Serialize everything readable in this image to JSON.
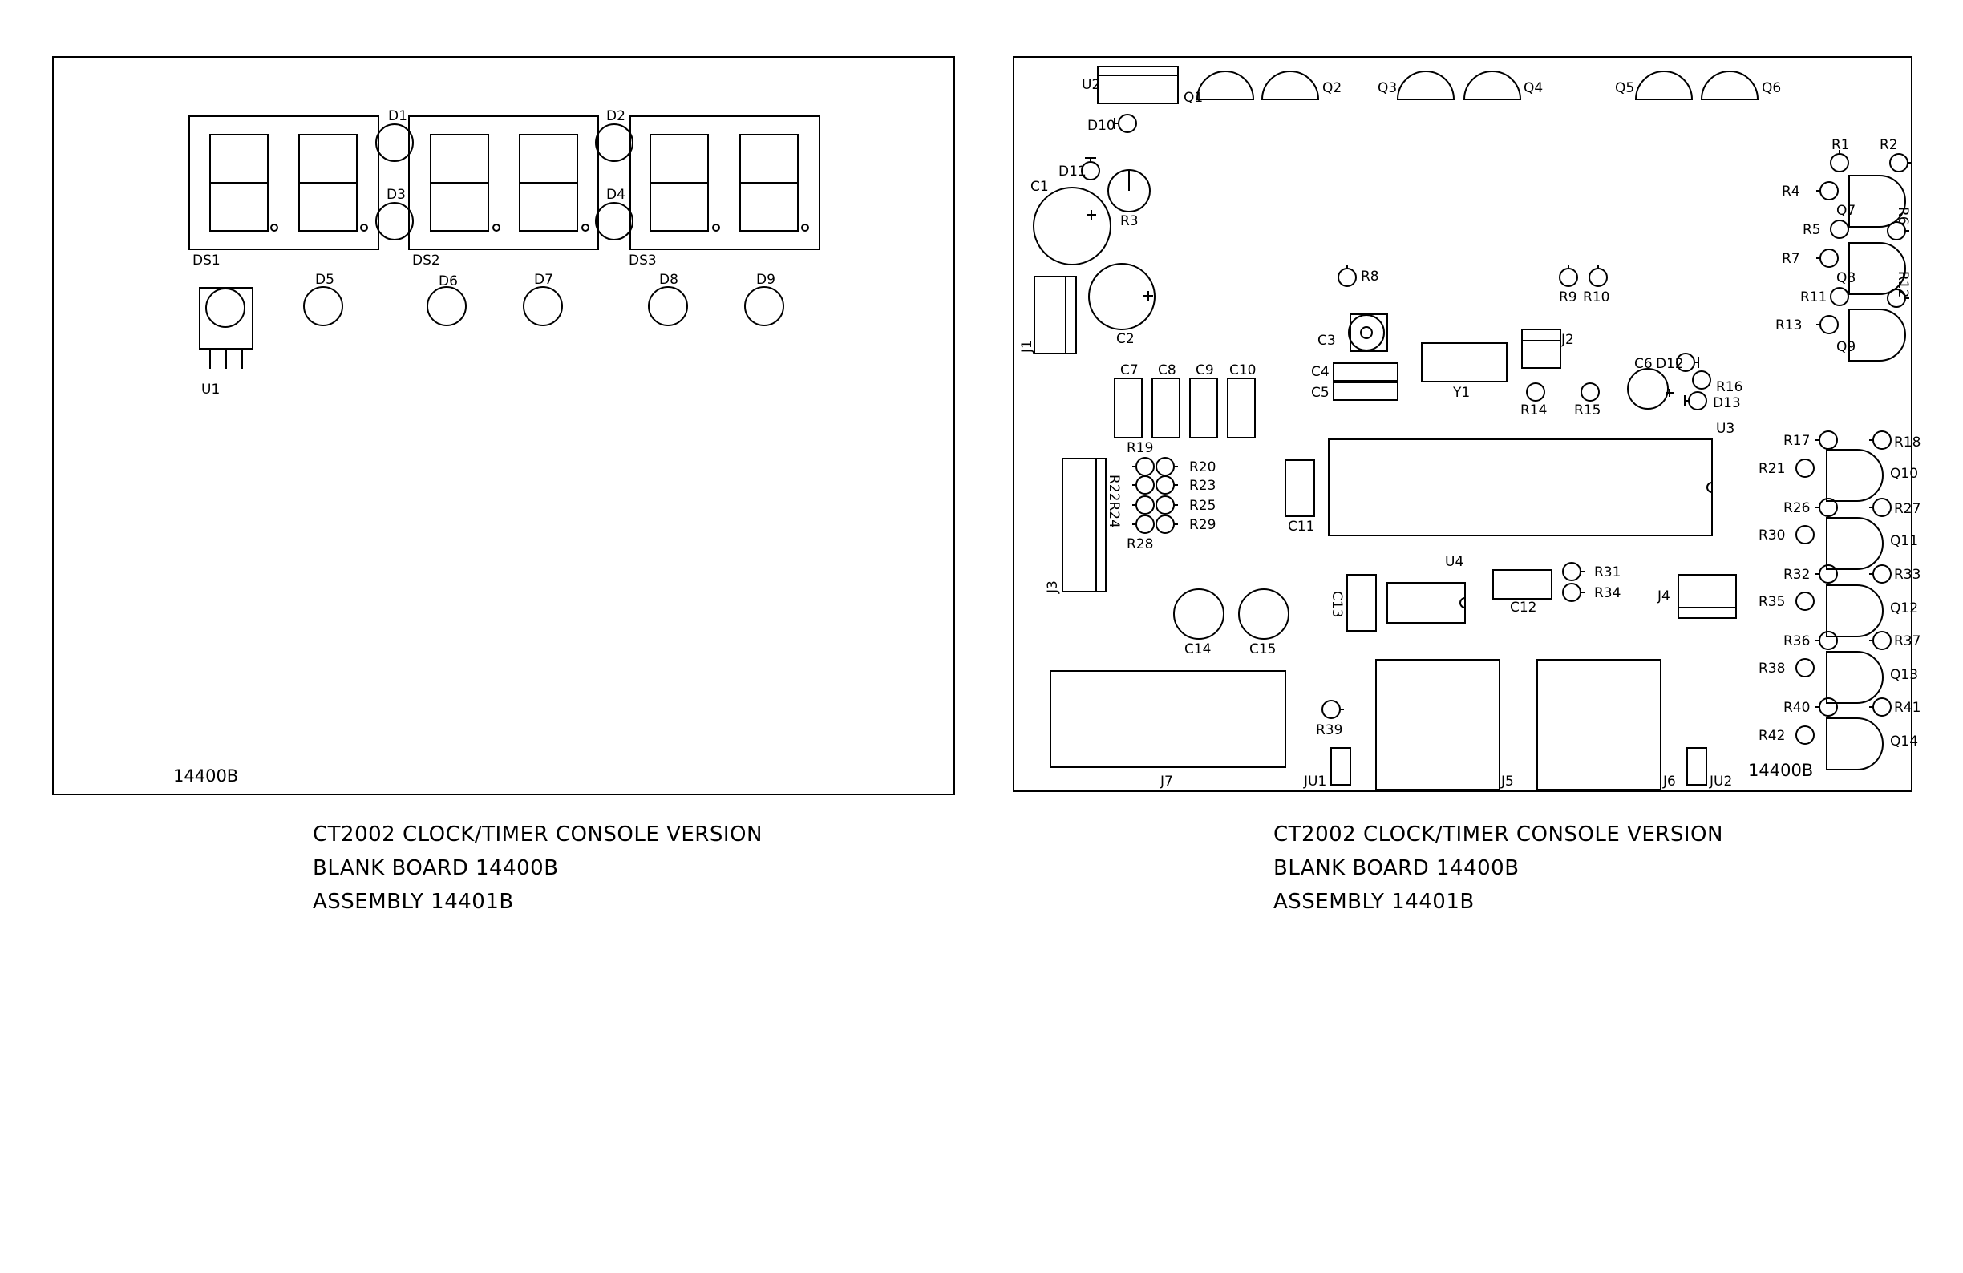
{
  "left_board": {
    "board_number": "14400B",
    "labels": {
      "DS1": "DS1",
      "DS2": "DS2",
      "DS3": "DS3",
      "D1": "D1",
      "D2": "D2",
      "D3": "D3",
      "D4": "D4",
      "D5": "D5",
      "D6": "D6",
      "D7": "D7",
      "D8": "D8",
      "D9": "D9",
      "U1": "U1"
    }
  },
  "right_board": {
    "board_number": "14400B",
    "labels": {
      "U2": "U2",
      "Q1": "Q1",
      "Q2": "Q2",
      "Q3": "Q3",
      "Q4": "Q4",
      "Q5": "Q5",
      "Q6": "Q6",
      "D10": "D10",
      "D11": "D11",
      "C1": "C1",
      "R3": "R3",
      "C2": "C2",
      "J1": "J1",
      "R8": "R8",
      "R9": "R9",
      "R10": "R10",
      "C3": "C3",
      "J2": "J2",
      "Y1": "Y1",
      "C4": "C4",
      "C5": "C5",
      "R14": "R14",
      "R15": "R15",
      "C6": "C6",
      "D12": "D12",
      "R16": "R16",
      "D13": "D13",
      "U3": "U3",
      "C7": "C7",
      "C8": "C8",
      "C9": "C9",
      "C10": "C10",
      "R19": "R19",
      "R20": "R20",
      "R23": "R23",
      "R25": "R25",
      "R29": "R29",
      "R28": "R28",
      "R22R24": "R22R24",
      "J3": "J3",
      "C11": "C11",
      "U4": "U4",
      "R31": "R31",
      "R34": "R34",
      "C12": "C12",
      "C13": "C13",
      "J4": "J4",
      "C14": "C14",
      "C15": "C15",
      "R39": "R39",
      "J7": "J7",
      "JU1": "JU1",
      "J5": "J5",
      "J6": "J6",
      "JU2": "JU2",
      "R1": "R1",
      "R2": "R2",
      "R4": "R4",
      "Q7": "Q7",
      "R6": "R6",
      "R5": "R5",
      "R7": "R7",
      "Q8": "Q8",
      "R12": "R12",
      "R11": "R11",
      "R13": "R13",
      "Q9": "Q9",
      "R17": "R17",
      "R18": "R18",
      "R21": "R21",
      "Q10": "Q10",
      "R26": "R26",
      "R27": "R27",
      "R30": "R30",
      "Q11": "Q11",
      "R32": "R32",
      "R33": "R33",
      "R35": "R35",
      "Q12": "Q12",
      "R36": "R36",
      "R37": "R37",
      "R38": "R38",
      "Q13": "Q13",
      "R40": "R40",
      "R41": "R41",
      "R42": "R42",
      "Q14": "Q14"
    }
  },
  "captions": {
    "left": [
      "CT2002 CLOCK/TIMER CONSOLE VERSION",
      "BLANK BOARD 14400B",
      "ASSEMBLY 14401B"
    ],
    "right": [
      "CT2002 CLOCK/TIMER CONSOLE VERSION",
      "BLANK BOARD 14400B",
      "ASSEMBLY 14401B"
    ]
  }
}
